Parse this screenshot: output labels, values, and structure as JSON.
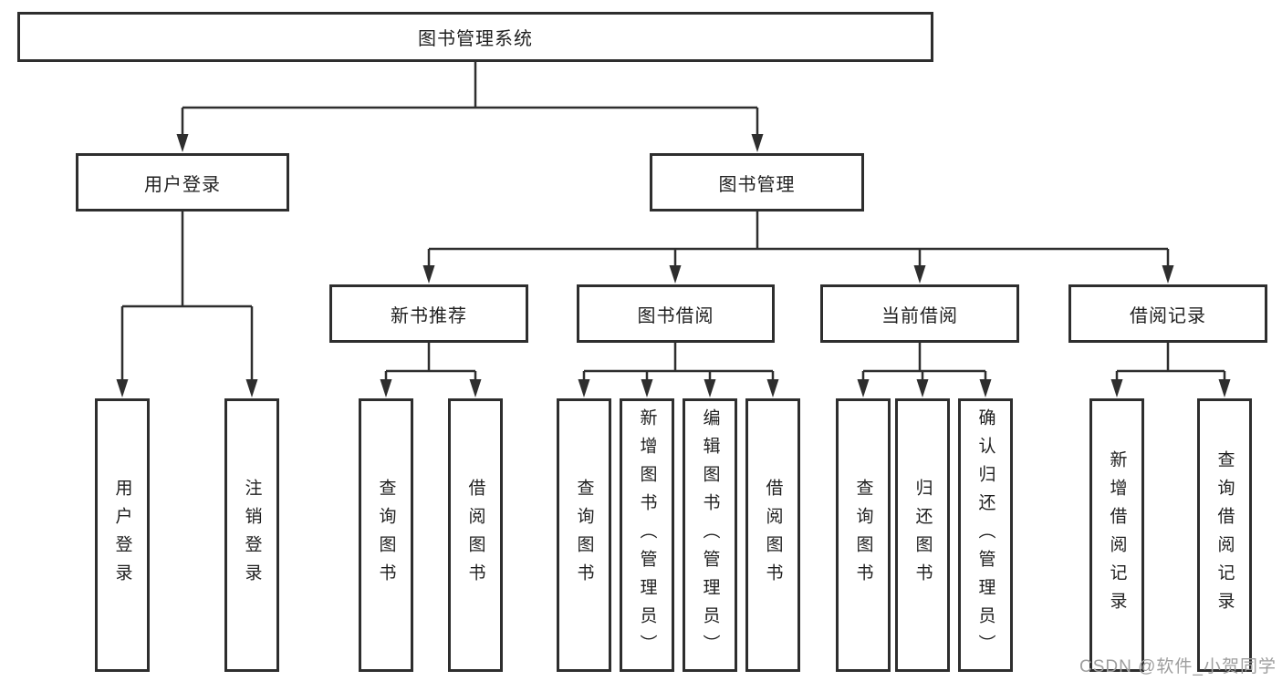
{
  "diagram": {
    "root": {
      "label": "图书管理系统",
      "children": [
        {
          "label": "用户登录",
          "children": [
            {
              "label": "用户登录"
            },
            {
              "label": "注销登录"
            }
          ]
        },
        {
          "label": "图书管理",
          "children": [
            {
              "label": "新书推荐",
              "children": [
                {
                  "label": "查询图书"
                },
                {
                  "label": "借阅图书"
                }
              ]
            },
            {
              "label": "图书借阅",
              "children": [
                {
                  "label": "查询图书"
                },
                {
                  "label": "新增图书（管理员）"
                },
                {
                  "label": "编辑图书（管理员）"
                },
                {
                  "label": "借阅图书"
                }
              ]
            },
            {
              "label": "当前借阅",
              "children": [
                {
                  "label": "查询图书"
                },
                {
                  "label": "归还图书"
                },
                {
                  "label": "确认归还（管理员）"
                }
              ]
            },
            {
              "label": "借阅记录",
              "children": [
                {
                  "label": "新增借阅记录"
                },
                {
                  "label": "查询借阅记录"
                }
              ]
            }
          ]
        }
      ]
    }
  },
  "watermark": {
    "text": "CSDN @软件_小贺同学"
  },
  "colors": {
    "line": "#2e2e2e",
    "node_border": "#2e2e2e",
    "node_text": "#1f1f1f",
    "background": "#ffffff",
    "watermark": "#9e9e9e"
  }
}
